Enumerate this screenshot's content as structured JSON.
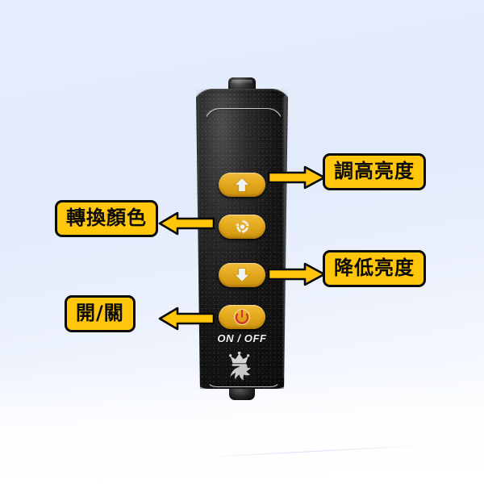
{
  "scene": {
    "background_color": "#e6edfc",
    "surface_color": "#fbfdff"
  },
  "device": {
    "name": "led-remote-control",
    "body_color": "#111111",
    "button_color": "#e5a91d",
    "accent_color": "#ffc60b",
    "power_icon_color": "#d6342a",
    "onoff_text": "ON / OFF",
    "brand_logo": "crowned-dolphin-logo",
    "buttons": [
      {
        "id": "brightness-up",
        "icon": "arrow-up-icon",
        "label_key": "brightness_up"
      },
      {
        "id": "color-change",
        "icon": "color-cycle-icon",
        "label_key": "color_change"
      },
      {
        "id": "brightness-down",
        "icon": "arrow-down-icon",
        "label_key": "brightness_down"
      },
      {
        "id": "power",
        "icon": "power-icon",
        "label_key": "power"
      }
    ]
  },
  "callouts": {
    "brightness_up": {
      "text": "調高亮度",
      "side": "right",
      "arrow": "arrow-right-icon"
    },
    "color_change": {
      "text": "轉換顏色",
      "side": "left",
      "arrow": "arrow-left-icon"
    },
    "brightness_down": {
      "text": "降低亮度",
      "side": "right",
      "arrow": "arrow-right-icon"
    },
    "power": {
      "text": "開/關",
      "side": "left",
      "arrow": "arrow-left-icon"
    }
  }
}
